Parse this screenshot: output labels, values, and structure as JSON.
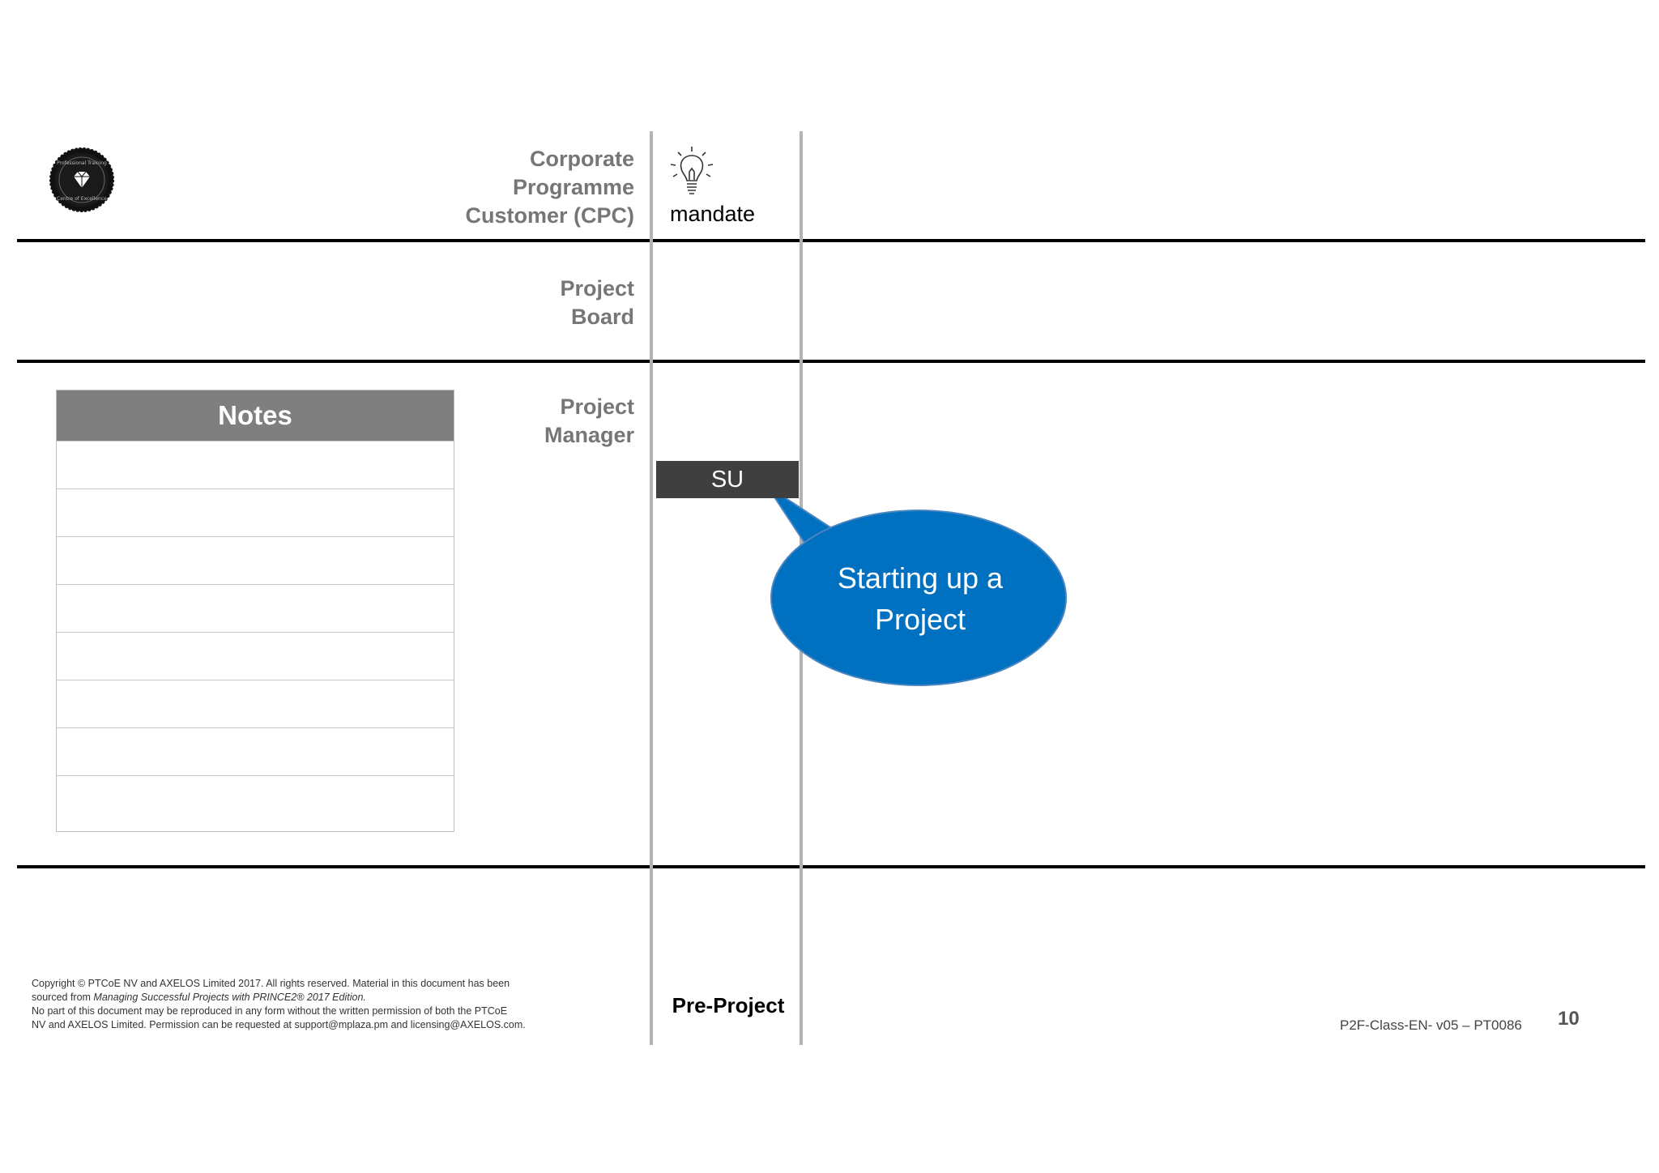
{
  "rows": {
    "corporate": [
      "Corporate",
      "Programme",
      "Customer (CPC)"
    ],
    "board": [
      "Project",
      "Board"
    ],
    "manager": [
      "Project",
      "Manager"
    ]
  },
  "mandate": {
    "label": "mandate",
    "icon": "lightbulb-icon"
  },
  "notes": {
    "title": "Notes",
    "lines": 8
  },
  "process": {
    "code": "SU",
    "callout": [
      "Starting up a",
      "Project"
    ]
  },
  "phase": "Pre-Project",
  "footer": {
    "copyright_1": "Copyright © PTCoE NV and AXELOS Limited 2017. All rights reserved. Material in this document has been",
    "copyright_2_prefix": "sourced from ",
    "copyright_2_title": "Managing Successful Projects with PRINCE2® 2017 Edition.",
    "copyright_3": "No part of this document may be reproduced in any form without the written permission of both the PTCoE",
    "copyright_4": "NV and AXELOS Limited. Permission can be requested at support@mplaza.pm and licensing@AXELOS.com.",
    "doc_code": "P2F-Class-EN- v05 – PT0086",
    "page_number": "10"
  },
  "logo": {
    "name": "ptcoe-seal-logo",
    "text": "Professional Training · Centre of Excellence"
  },
  "colors": {
    "callout": "#0070c0",
    "su_box": "#3f3f3f",
    "notes_header": "#7f7f7f",
    "label": "#767676"
  }
}
